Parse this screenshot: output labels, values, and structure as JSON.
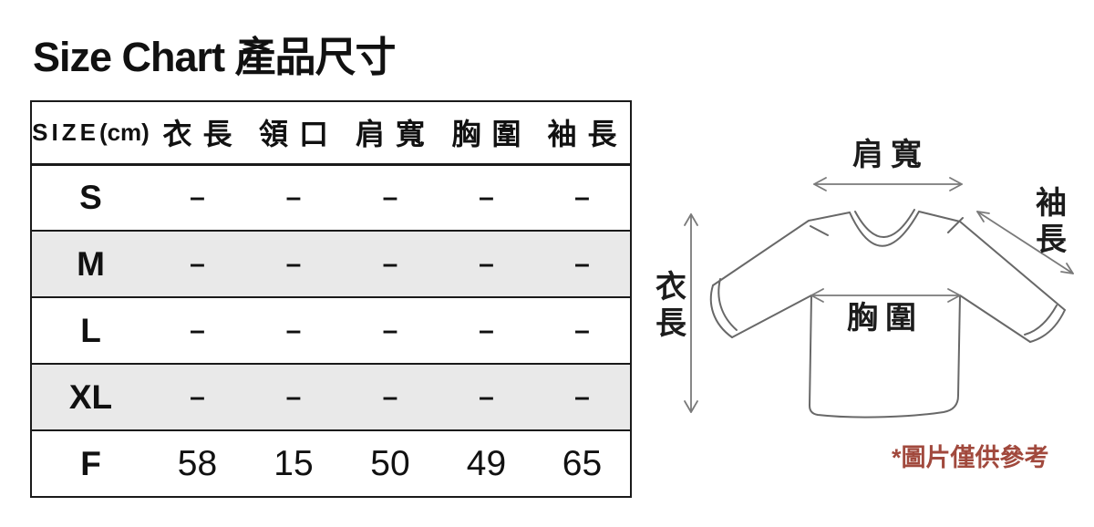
{
  "page": {
    "title": "Size Chart 產品尺寸"
  },
  "table": {
    "header_size_label": "SIZE",
    "header_unit": "(cm)",
    "header_cols": [
      "衣長",
      "領口",
      "肩寬",
      "胸圍",
      "袖長"
    ],
    "rows": [
      {
        "size": "S",
        "shaded": false,
        "values": [
          "–",
          "–",
          "–",
          "–",
          "–"
        ]
      },
      {
        "size": "M",
        "shaded": true,
        "values": [
          "–",
          "–",
          "–",
          "–",
          "–"
        ]
      },
      {
        "size": "L",
        "shaded": false,
        "values": [
          "–",
          "–",
          "–",
          "–",
          "–"
        ]
      },
      {
        "size": "XL",
        "shaded": true,
        "values": [
          "–",
          "–",
          "–",
          "–",
          "–"
        ]
      },
      {
        "size": "F",
        "shaded": false,
        "values": [
          "58",
          "15",
          "50",
          "49",
          "65"
        ]
      }
    ]
  },
  "chart_data": {
    "type": "table",
    "title": "Size Chart 產品尺寸",
    "columns": [
      "SIZE(cm)",
      "衣長",
      "領口",
      "肩寬",
      "胸圍",
      "袖長"
    ],
    "rows": [
      [
        "S",
        null,
        null,
        null,
        null,
        null
      ],
      [
        "M",
        null,
        null,
        null,
        null,
        null
      ],
      [
        "L",
        null,
        null,
        null,
        null,
        null
      ],
      [
        "XL",
        null,
        null,
        null,
        null,
        null
      ],
      [
        "F",
        58,
        15,
        50,
        49,
        65
      ]
    ]
  },
  "diagram": {
    "shoulder_label": "肩寬",
    "chest_label": "胸圍",
    "sleeve_char_top": "袖",
    "sleeve_char_bottom": "長",
    "length_char_top": "衣",
    "length_char_bottom": "長",
    "note": "*圖片僅供參考"
  },
  "colors": {
    "row_shaded": "#e9e9e9",
    "table_border": "#1a1a1a",
    "dash": "#4c4c4c",
    "shirt_line": "#686868",
    "arrow_line": "#7a7a7a",
    "note_red": "#a1493d"
  }
}
